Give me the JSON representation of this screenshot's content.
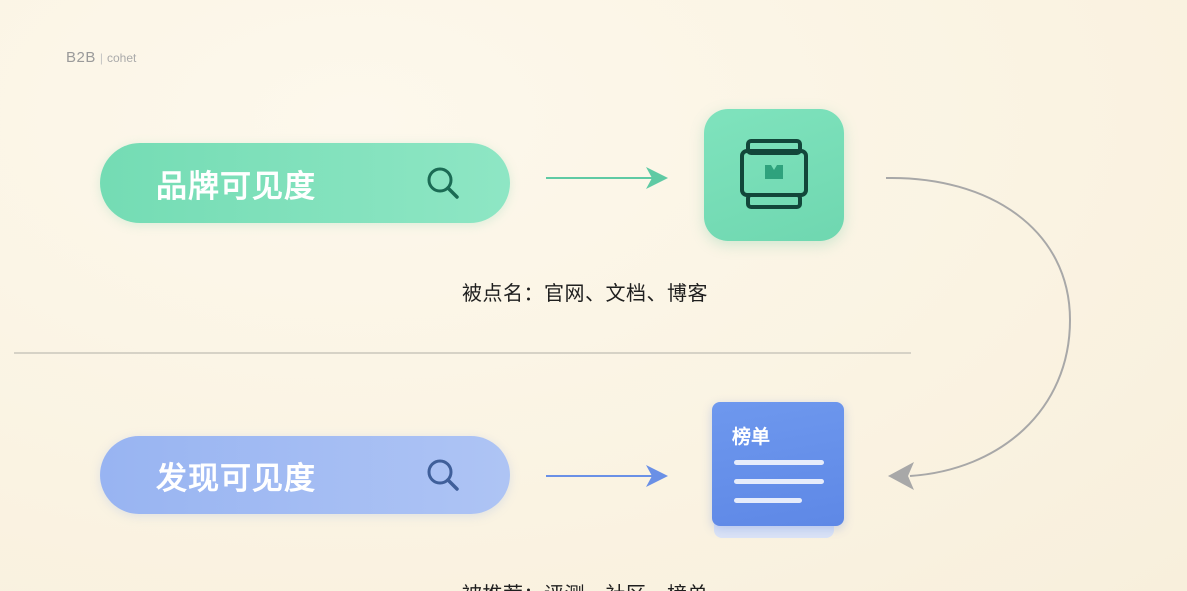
{
  "logo": {
    "main": "B2B",
    "separator": "|",
    "sub": "cohet"
  },
  "flow_top": {
    "pill_label": "品牌可见度",
    "pill_icon": "search-icon",
    "target_icon": "browser-window-icon",
    "caption": "被点名：官网、文档、博客",
    "color_fill": "#7fe0bb",
    "color_stroke": "#1b6b54"
  },
  "flow_bottom": {
    "pill_label": "发现可见度",
    "pill_icon": "search-icon",
    "target_icon": "document-list-icon",
    "document_title": "榜单",
    "caption": "被推荐：评测、社区、榜单",
    "color_fill": "#6e98ee",
    "color_stroke": "#3f5f9a"
  },
  "connector": {
    "icon": "curved-arrow-icon",
    "color": "#a8a8a8"
  }
}
